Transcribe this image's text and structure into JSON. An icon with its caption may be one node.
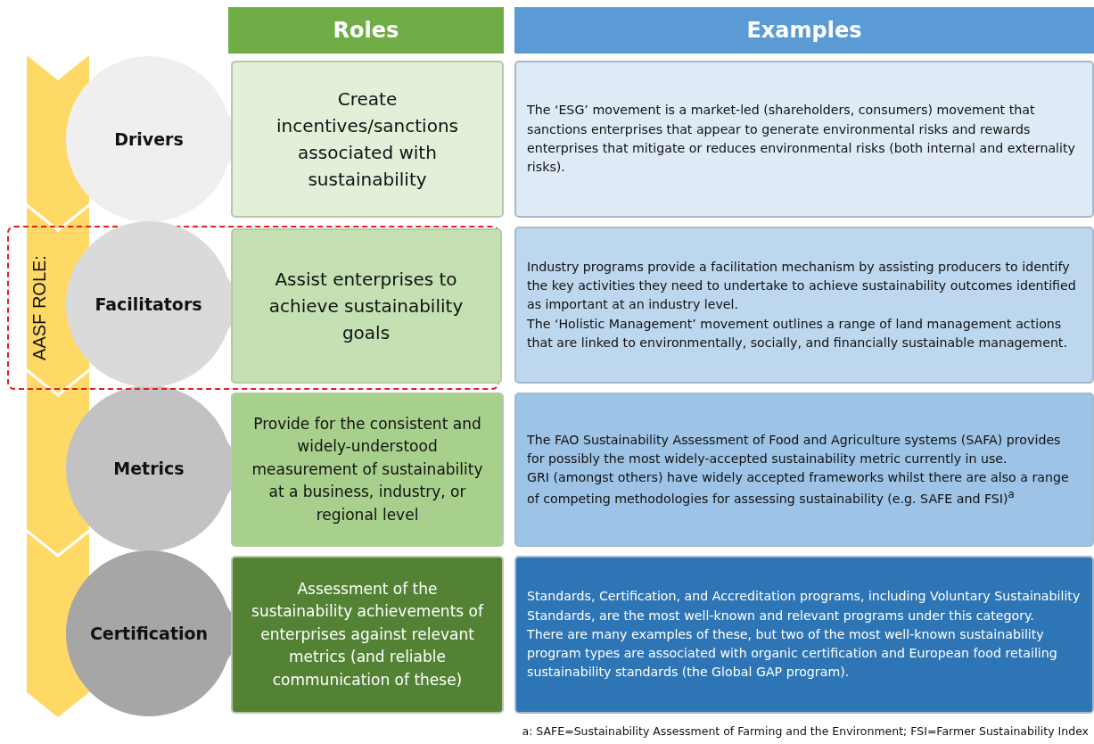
{
  "diagram": {
    "nodes": [
      {
        "text": [
          "Roles"
        ]
      },
      {
        "text": [
          "Examples"
        ]
      },
      {
        "text": [
          "Drivers"
        ]
      },
      {
        "text": [
          "Create incentives/sanctions associated with sustainability"
        ]
      },
      {
        "text": [
          "The ‘ESG’ movement is a market-led (shareholders, consumers) movement that sanctions enterprises that appear to generate environmental risks and rewards enterprises that mitigate or reduces environmental risks (both internal and externality risks)."
        ]
      },
      {
        "text": [
          "AASF ROLE:"
        ]
      },
      {
        "text": [
          "Facilitators"
        ],
        "in": 5
      },
      {
        "text": [
          "Assist enterprises to achieve sustainability goals"
        ],
        "in": 5
      },
      {
        "text": [
          "Industry programs provide a facilitation mechanism by assisting producers to identify the key activities they need to undertake to achieve sustainability outcomes identified as important at an industry level.",
          "The ‘Holistic Management’ movement outlines a range of land management actions that are linked to environmentally, socially, and financially sustainable management."
        ]
      },
      {
        "text": [
          "Metrics"
        ]
      },
      {
        "text": [
          "Provide for the consistent and widely-understood measurement of sustainability at a business, industry, or regional level"
        ]
      },
      {
        "text": [
          "The FAO Sustainability Assessment of Food and Agriculture systems (SAFA) provides for possibly the most widely-accepted sustainability metric currently in use.",
          "GRI (amongst others) have widely accepted frameworks whilst there are also a range of competing methodologies for assessing sustainability (e.g. SAFE and FSI)$^{a}$"
        ]
      },
      {
        "text": [
          "Certification"
        ]
      },
      {
        "text": [
          "Assessment of the sustainability achievements of enterprises against relevant metrics (and reliable communication of these)"
        ]
      },
      {
        "text": [
          "Standards, Certification, and Accreditation programs, including Voluntary Sustainability Standards, are the most well-known and relevant programs under this category.",
          "There are many examples of these, but two of the most well-known sustainability program types  are associated with organic certification and European food retailing sustainability standards (the Global GAP program)."
        ]
      }
    ],
    "edges": [],
    "labels": [
      "a: SAFE=Sustainability Assessment of Farming and the Environment; FSI=Farmer Sustainability Index"
    ]
  }
}
